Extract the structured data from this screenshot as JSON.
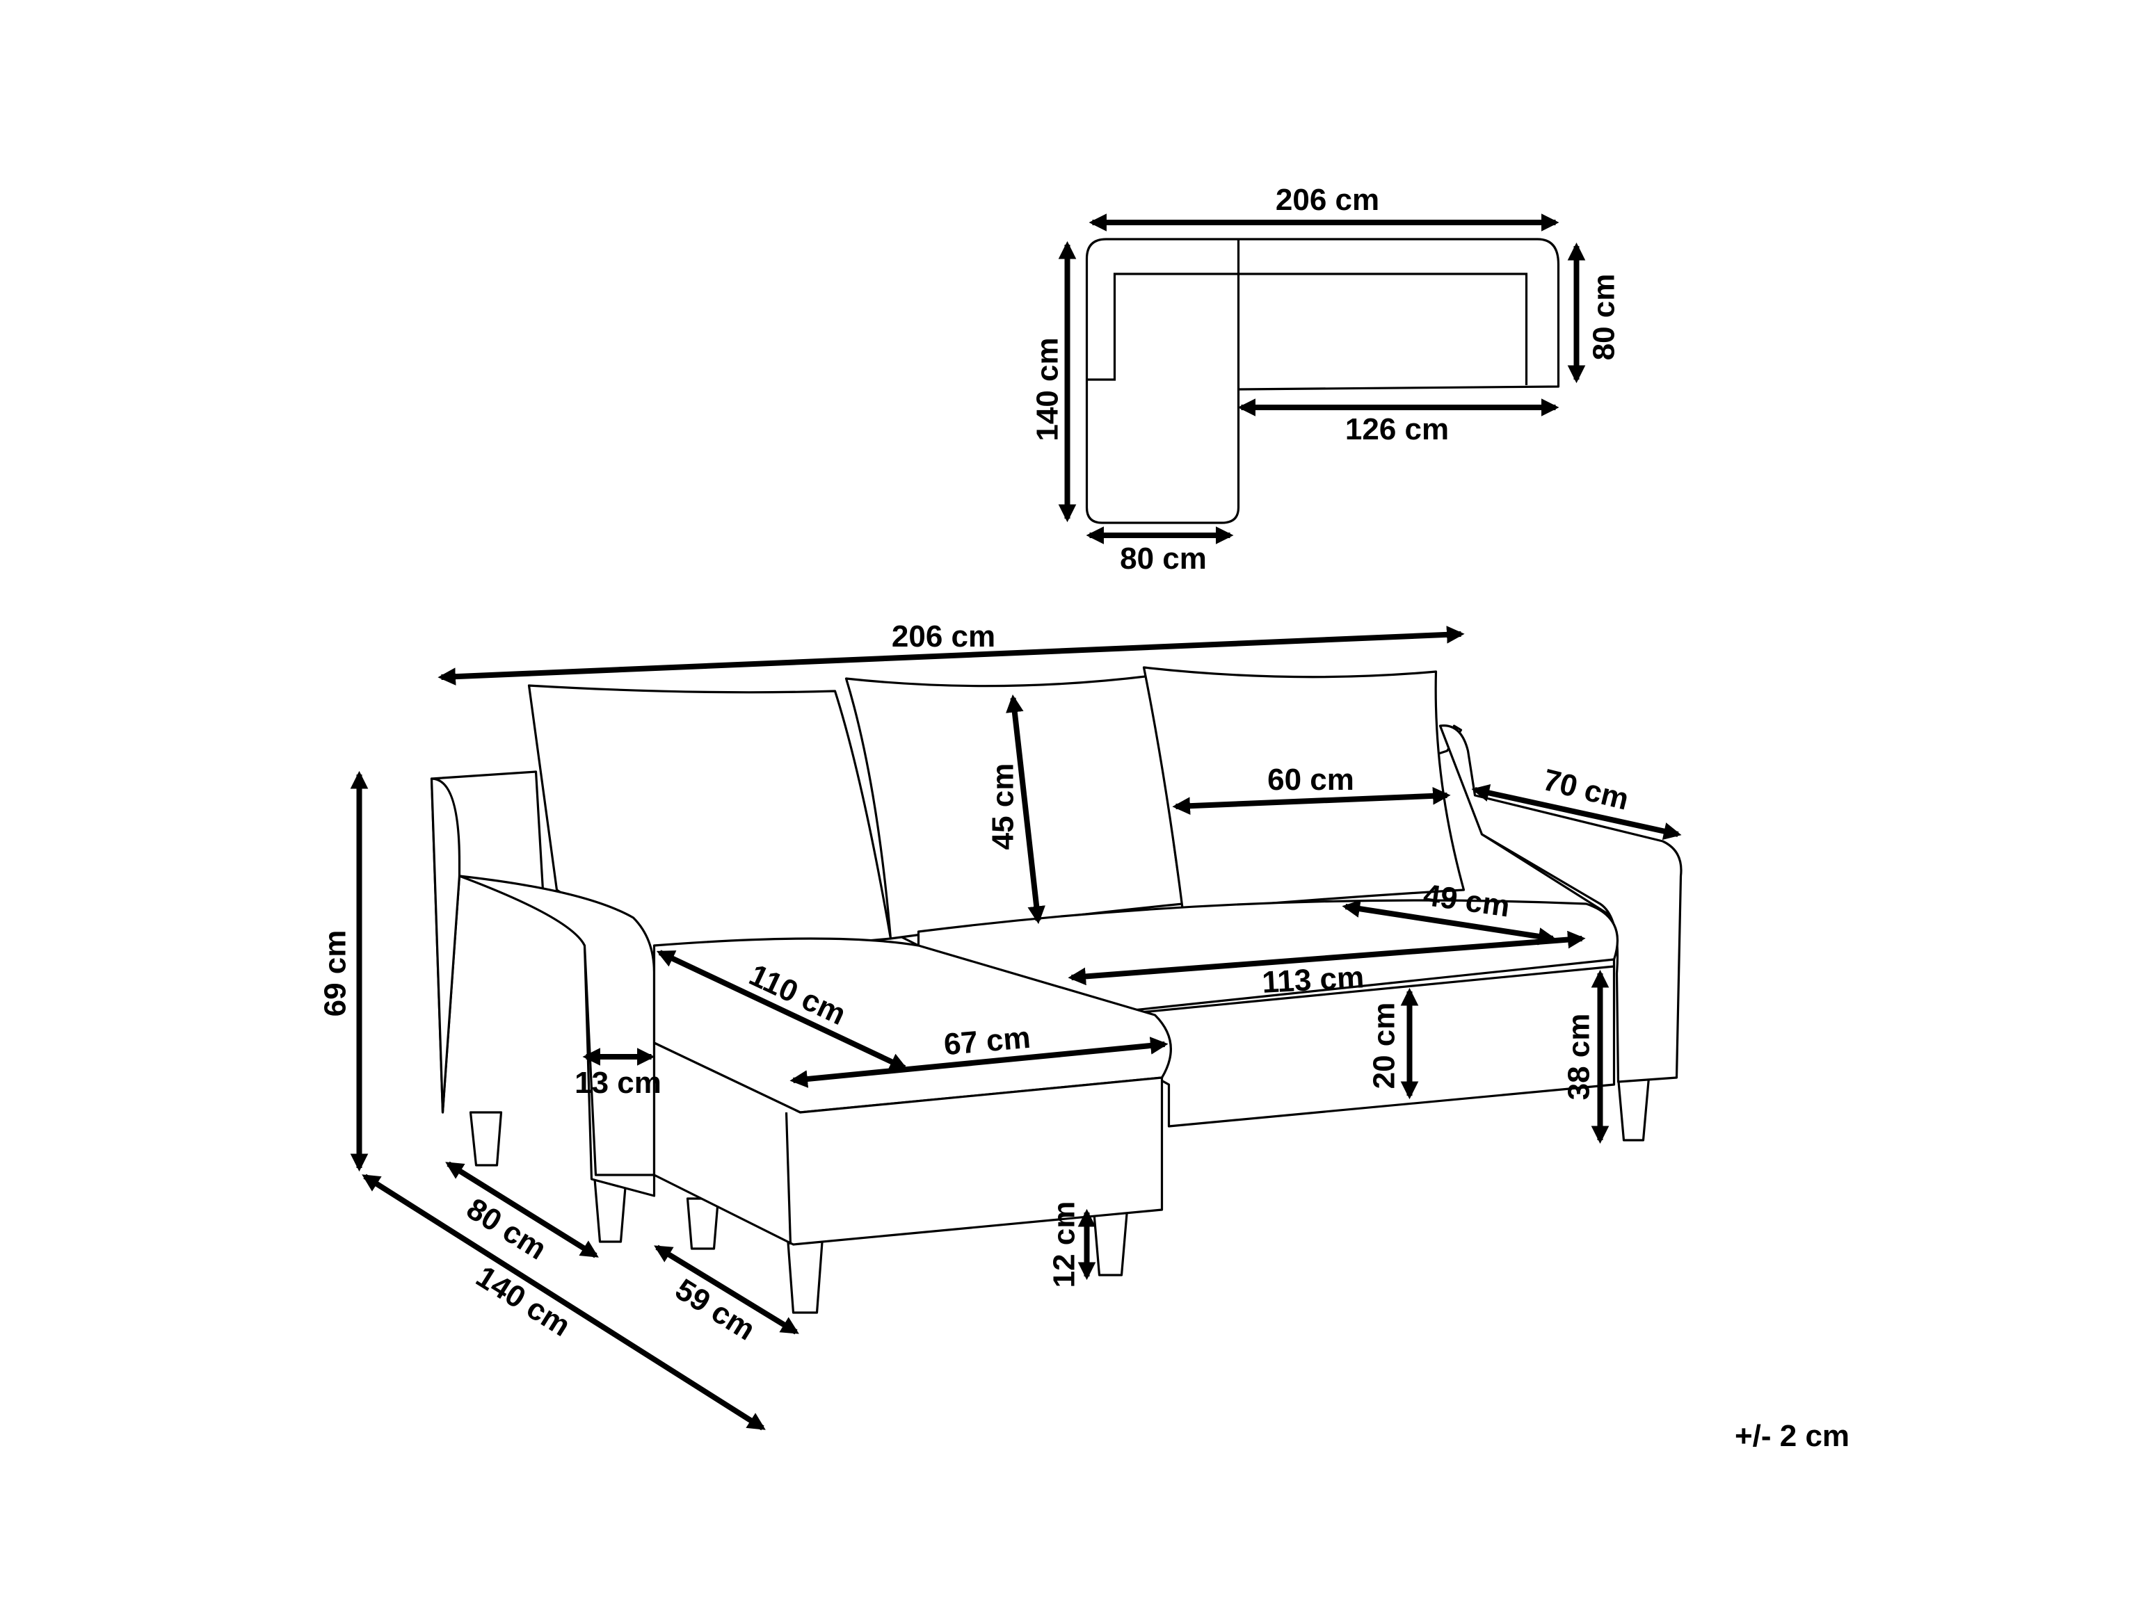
{
  "top_view": {
    "total_width": "206 cm",
    "total_depth": "140 cm",
    "main_depth": "80 cm",
    "main_length": "126 cm",
    "chaise_width": "80 cm"
  },
  "perspective_view": {
    "total_width": "206 cm",
    "height": "69 cm",
    "cushion_height": "45 cm",
    "cushion_width": "60 cm",
    "armrest_length": "70 cm",
    "seat_depth": "49 cm",
    "seat_width": "113 cm",
    "chaise_seat_length": "110 cm",
    "chaise_seat_width": "67 cm",
    "armrest_width": "13 cm",
    "seat_height_front": "20 cm",
    "seat_height": "38 cm",
    "leg_height": "12 cm",
    "depth": "80 cm",
    "total_depth": "140 cm",
    "chaise_base": "59 cm"
  },
  "tolerance": "+/- 2 cm"
}
